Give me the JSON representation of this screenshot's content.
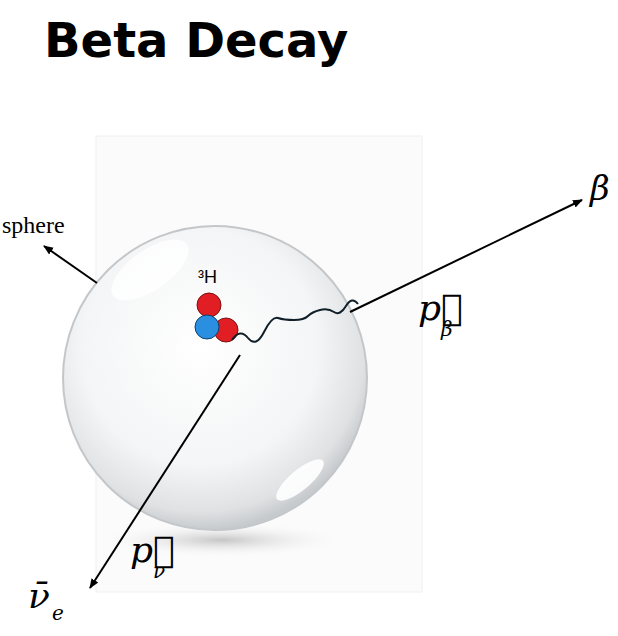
{
  "diagram": {
    "title": "Beta Decay",
    "labels": [
      "sphere",
      "³H",
      "β",
      "p⃗",
      "β",
      "p⃗",
      "ν",
      "ν̄",
      "e"
    ]
  }
}
